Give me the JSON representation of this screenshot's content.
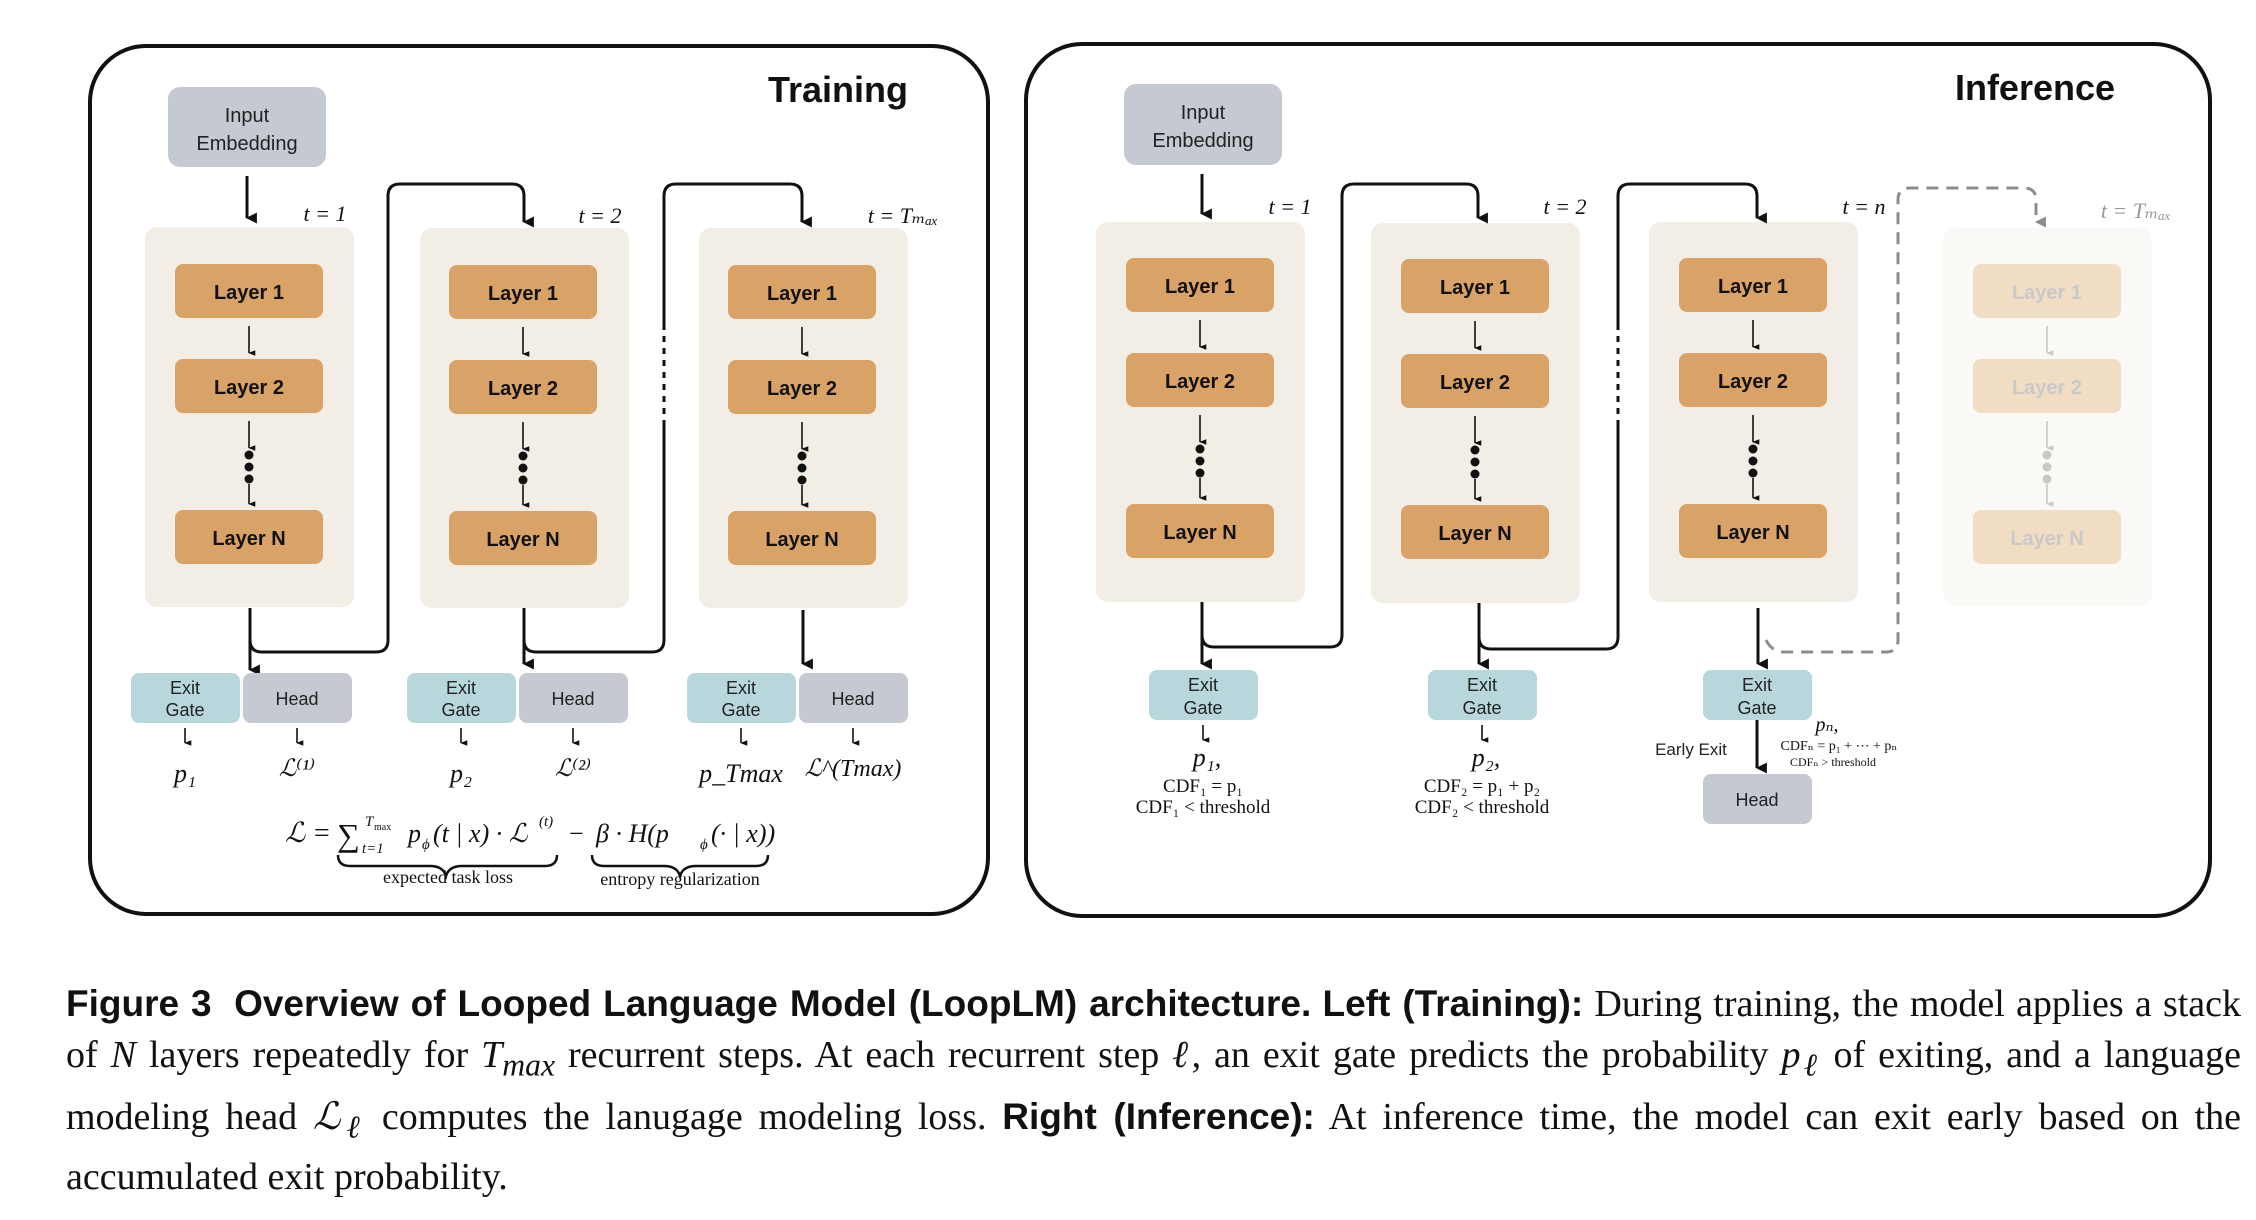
{
  "training_panel": {
    "title": "Training",
    "input_label_1": "Input",
    "input_label_2": "Embedding",
    "steps": [
      {
        "label": "t = 1",
        "layers": [
          "Layer 1",
          "Layer 2",
          "Layer N"
        ],
        "gate_1": "Exit",
        "gate_2": "Gate",
        "head": "Head",
        "p": "p₁",
        "loss": "ℒ⁽¹⁾"
      },
      {
        "label": "t = 2",
        "layers": [
          "Layer 1",
          "Layer 2",
          "Layer N"
        ],
        "gate_1": "Exit",
        "gate_2": "Gate",
        "head": "Head",
        "p": "p₂",
        "loss": "ℒ⁽²⁾"
      },
      {
        "label": "t = Tₘₐₓ",
        "layers": [
          "Layer 1",
          "Layer 2",
          "Layer N"
        ],
        "gate_1": "Exit",
        "gate_2": "Gate",
        "head": "Head",
        "p": "p_Tmax",
        "loss": "ℒ^(Tmax)"
      }
    ],
    "formula": "ℒ = ∑ₜ₌₁^Tmax pϕ(t | x) · ℒ⁽ᵗ⁾ − β · H(pϕ(· | x))",
    "formula_parts": {
      "lhs": "ℒ =",
      "sum": "∑",
      "sum_upper": "T",
      "sum_upper_sub": "max",
      "sum_lower": "t=1",
      "term1": "p",
      "term1_sub": "ϕ",
      "term1_rest": "(t | x) · ℒ",
      "term1_sup": "(t)",
      "minus": "−",
      "term2": "β · H(p",
      "term2_sub": "ϕ",
      "term2_rest": "(· | x))"
    },
    "brace_labels": [
      "expected task loss",
      "entropy regularization"
    ]
  },
  "inference_panel": {
    "title": "Inference",
    "input_label_1": "Input",
    "input_label_2": "Embedding",
    "steps": [
      {
        "label": "t = 1",
        "layers": [
          "Layer 1",
          "Layer 2",
          "Layer N"
        ],
        "gate_1": "Exit",
        "gate_2": "Gate",
        "p": "p₁,",
        "cdf_line": "CDF₁ = p₁",
        "cond_line": "CDF₁ < threshold"
      },
      {
        "label": "t = 2",
        "layers": [
          "Layer 1",
          "Layer 2",
          "Layer N"
        ],
        "gate_1": "Exit",
        "gate_2": "Gate",
        "p": "p₂,",
        "cdf_line": "CDF₂ = p₁ + p₂",
        "cond_line": "CDF₂ < threshold"
      },
      {
        "label": "t = n",
        "layers": [
          "Layer 1",
          "Layer 2",
          "Layer N"
        ],
        "gate_1": "Exit",
        "gate_2": "Gate",
        "p": "pₙ,",
        "cdf_line": "CDFₙ = p₁ + ⋯ + pₙ",
        "cond_line": "CDFₙ > threshold",
        "early_exit": "Early Exit",
        "head": "Head"
      },
      {
        "label": "t = Tₘₐₓ",
        "layers": [
          "Layer 1",
          "Layer 2",
          "Layer N"
        ],
        "faded": true
      }
    ]
  },
  "caption": {
    "figure_label": "Figure 3",
    "bold_title": "Overview of Looped Language Model (LoopLM) architecture.",
    "left_label": "Left (Training):",
    "text_1": "During training, the model applies a stack of",
    "var_N": "N",
    "text_2": "layers repeatedly for",
    "var_T": "T",
    "var_T_sub": "max",
    "text_3": "recurrent steps. At each recurrent step",
    "var_l": "ℓ",
    "text_4": ", an exit gate predicts the probability",
    "var_p": "p",
    "text_5": "of exiting, and a language modeling head",
    "var_L": "ℒ",
    "text_6": "computes the lanugage modeling loss.",
    "right_label": "Right (Inference):",
    "text_7": "At inference time, the model can exit early based on the accumulated exit probability."
  },
  "colors": {
    "panel_border": "#111111",
    "step_bg": "#f2ede5",
    "layer_fill": "#d9a266",
    "input_fill": "#c5c9d2",
    "gate_fill": "#b8d7dc",
    "head_fill": "#c5c9d2",
    "dashed": "#8c8c8c"
  }
}
